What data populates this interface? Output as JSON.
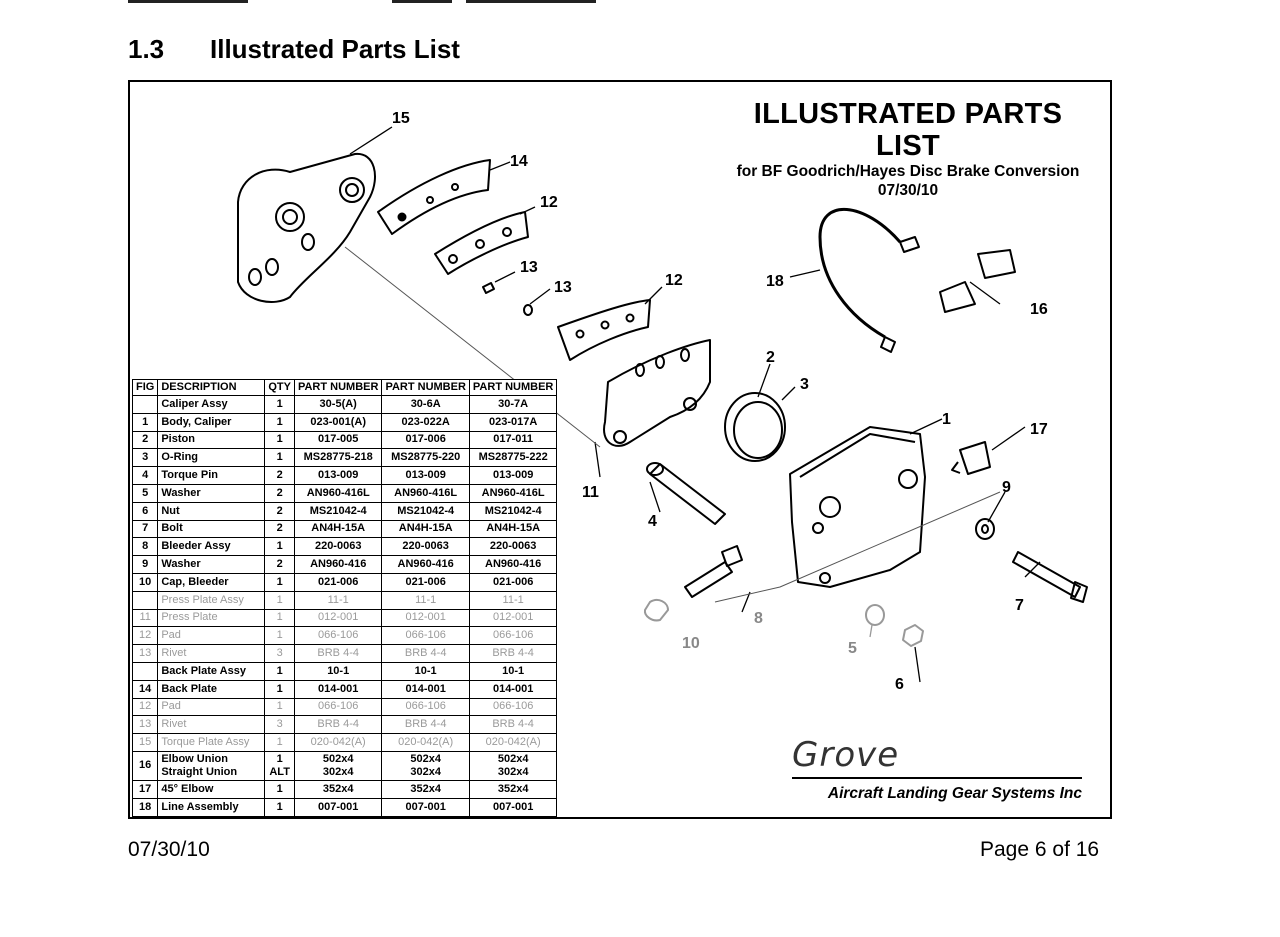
{
  "section": {
    "number": "1.3",
    "title": "Illustrated Parts List"
  },
  "diagram": {
    "title": "ILLUSTRATED PARTS LIST",
    "subtitle": "for BF Goodrich/Hayes Disc Brake Conversion",
    "date": "07/30/10",
    "callouts": [
      "15",
      "14",
      "12",
      "13",
      "13",
      "12",
      "18",
      "16",
      "2",
      "3",
      "1",
      "17",
      "9",
      "11",
      "4",
      "8",
      "10",
      "7",
      "5",
      "6"
    ]
  },
  "table": {
    "headers": [
      "FIG",
      "DESCRIPTION",
      "QTY",
      "PART NUMBER",
      "PART NUMBER",
      "PART NUMBER"
    ],
    "rows": [
      {
        "fig": "",
        "desc": "Caliper Assy",
        "qty": "1",
        "p1": "30-5(A)",
        "p2": "30-6A",
        "p3": "30-7A",
        "faded": false
      },
      {
        "fig": "1",
        "desc": "Body, Caliper",
        "qty": "1",
        "p1": "023-001(A)",
        "p2": "023-022A",
        "p3": "023-017A",
        "faded": false
      },
      {
        "fig": "2",
        "desc": "Piston",
        "qty": "1",
        "p1": "017-005",
        "p2": "017-006",
        "p3": "017-011",
        "faded": false
      },
      {
        "fig": "3",
        "desc": "O-Ring",
        "qty": "1",
        "p1": "MS28775-218",
        "p2": "MS28775-220",
        "p3": "MS28775-222",
        "faded": false
      },
      {
        "fig": "4",
        "desc": "Torque Pin",
        "qty": "2",
        "p1": "013-009",
        "p2": "013-009",
        "p3": "013-009",
        "faded": false
      },
      {
        "fig": "5",
        "desc": "Washer",
        "qty": "2",
        "p1": "AN960-416L",
        "p2": "AN960-416L",
        "p3": "AN960-416L",
        "faded": false
      },
      {
        "fig": "6",
        "desc": "Nut",
        "qty": "2",
        "p1": "MS21042-4",
        "p2": "MS21042-4",
        "p3": "MS21042-4",
        "faded": false
      },
      {
        "fig": "7",
        "desc": "Bolt",
        "qty": "2",
        "p1": "AN4H-15A",
        "p2": "AN4H-15A",
        "p3": "AN4H-15A",
        "faded": false
      },
      {
        "fig": "8",
        "desc": "Bleeder Assy",
        "qty": "1",
        "p1": "220-0063",
        "p2": "220-0063",
        "p3": "220-0063",
        "faded": false
      },
      {
        "fig": "9",
        "desc": "Washer",
        "qty": "2",
        "p1": "AN960-416",
        "p2": "AN960-416",
        "p3": "AN960-416",
        "faded": false
      },
      {
        "fig": "10",
        "desc": "Cap, Bleeder",
        "qty": "1",
        "p1": "021-006",
        "p2": "021-006",
        "p3": "021-006",
        "faded": false
      },
      {
        "fig": "",
        "desc": "Press Plate Assy",
        "qty": "1",
        "p1": "11-1",
        "p2": "11-1",
        "p3": "11-1",
        "faded": true
      },
      {
        "fig": "11",
        "desc": "Press Plate",
        "qty": "1",
        "p1": "012-001",
        "p2": "012-001",
        "p3": "012-001",
        "faded": true
      },
      {
        "fig": "12",
        "desc": "Pad",
        "qty": "1",
        "p1": "066-106",
        "p2": "066-106",
        "p3": "066-106",
        "faded": true
      },
      {
        "fig": "13",
        "desc": "Rivet",
        "qty": "3",
        "p1": "BRB 4-4",
        "p2": "BRB 4-4",
        "p3": "BRB 4-4",
        "faded": true
      },
      {
        "fig": "",
        "desc": "Back Plate Assy",
        "qty": "1",
        "p1": "10-1",
        "p2": "10-1",
        "p3": "10-1",
        "faded": false
      },
      {
        "fig": "14",
        "desc": "Back Plate",
        "qty": "1",
        "p1": "014-001",
        "p2": "014-001",
        "p3": "014-001",
        "faded": false
      },
      {
        "fig": "12",
        "desc": "Pad",
        "qty": "1",
        "p1": "066-106",
        "p2": "066-106",
        "p3": "066-106",
        "faded": true
      },
      {
        "fig": "13",
        "desc": "Rivet",
        "qty": "3",
        "p1": "BRB 4-4",
        "p2": "BRB 4-4",
        "p3": "BRB 4-4",
        "faded": true
      },
      {
        "fig": "15",
        "desc": "Torque Plate Assy",
        "qty": "1",
        "p1": "020-042(A)",
        "p2": "020-042(A)",
        "p3": "020-042(A)",
        "faded": true
      }
    ],
    "row16": {
      "fig": "16",
      "desc1": "Elbow Union",
      "desc2": "Straight Union",
      "qty1": "1",
      "qty2": "ALT",
      "p1a": "502x4",
      "p1b": "302x4",
      "p2a": "502x4",
      "p2b": "302x4",
      "p3a": "502x4",
      "p3b": "302x4"
    },
    "tail": [
      {
        "fig": "17",
        "desc": "45° Elbow",
        "qty": "1",
        "p1": "352x4",
        "p2": "352x4",
        "p3": "352x4"
      },
      {
        "fig": "18",
        "desc": "Line Assembly",
        "qty": "1",
        "p1": "007-001",
        "p2": "007-001",
        "p3": "007-001"
      }
    ]
  },
  "brand": {
    "logo": "Grove",
    "company": "Aircraft Landing Gear Systems Inc"
  },
  "footer": {
    "date": "07/30/10",
    "page": "Page 6 of  16"
  }
}
